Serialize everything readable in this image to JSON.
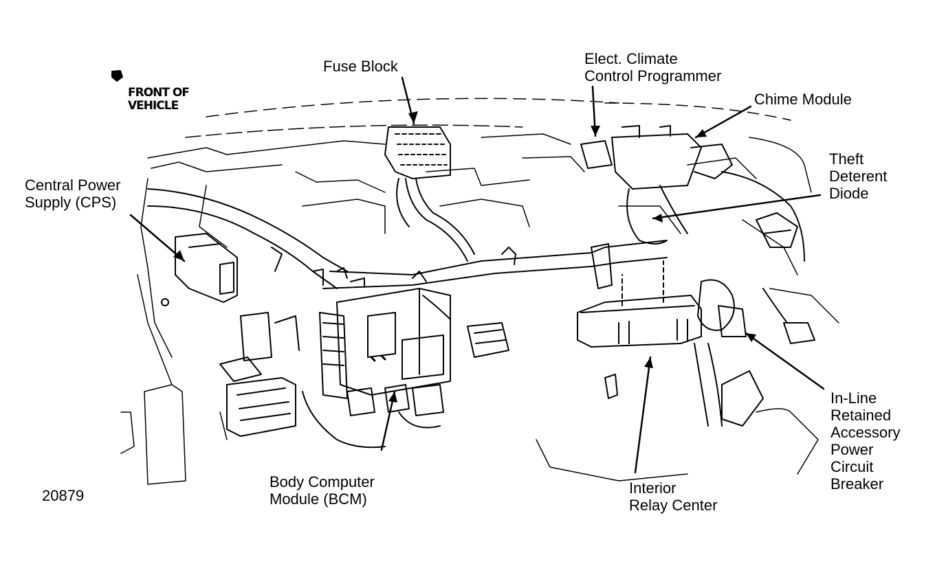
{
  "front_label": "FRONT OF\nVEHICLE",
  "figure_number": "20879",
  "callouts": {
    "fuse_block": "Fuse Block",
    "climate_programmer": "Elect. Climate\nControl Programmer",
    "chime_module": "Chime Module",
    "theft_diode": "Theft\nDeterent\nDiode",
    "cps": "Central Power\nSupply (CPS)",
    "bcm": "Body Computer\nModule (BCM)",
    "relay_center": "Interior\nRelay Center",
    "circuit_breaker": "In-Line\nRetained\nAccessory\nPower\nCircuit\nBreaker"
  },
  "colors": {
    "ink": "#000000",
    "paper": "#ffffff"
  }
}
